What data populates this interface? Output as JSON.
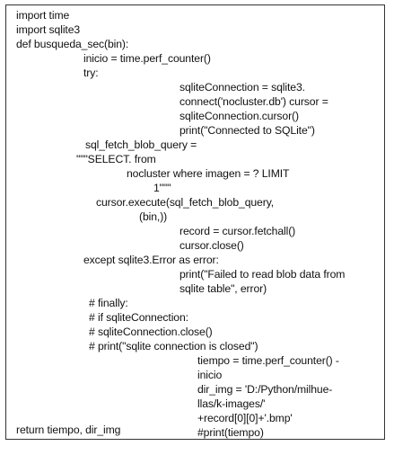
{
  "code_lines": [
    "import time",
    "import sqlite3",
    "def busqueda_sec(bin):",
    "inicio = time.perf_counter()",
    "try:",
    "sqliteConnection = sqlite3.",
    "connect('nocluster.db') cursor =",
    "sqliteConnection.cursor()",
    "print(\"Connected to SQLite\")",
    "sql_fetch_blob_query =",
    "\"\"\"SELECT. from",
    "nocluster where imagen = ? LIMIT",
    "1\"\"\"",
    "cursor.execute(sql_fetch_blob_query,",
    "(bin,))",
    "record = cursor.fetchall()",
    "cursor.close()",
    "except sqlite3.Error as error:",
    "print(\"Failed to read blob data from",
    "sqlite table\", error)",
    "# finally:",
    "# if sqliteConnection:",
    "# sqliteConnection.close()",
    "# print(\"sqlite connection is closed\")",
    "tiempo = time.perf_counter() -",
    "inicio",
    "dir_img = 'D:/Python/milhue-",
    "llas/k-images/'",
    "+record[0][0]+'.bmp'",
    "#print(tiempo)",
    "return tiempo, dir_img"
  ]
}
